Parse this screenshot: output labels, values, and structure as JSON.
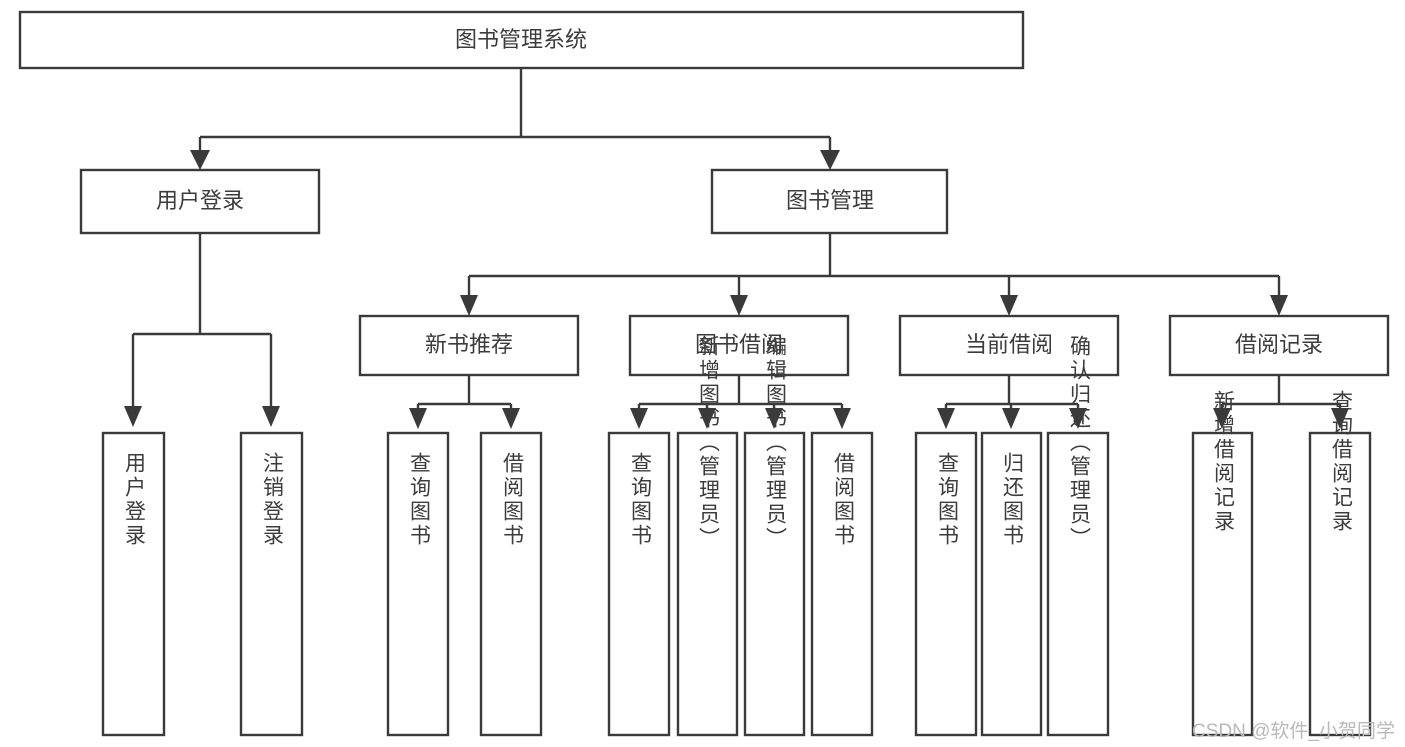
{
  "diagram": {
    "type": "tree-hierarchy",
    "title": "图书管理系统",
    "watermark": "CSDN @软件_小贺同学",
    "colors": {
      "stroke": "#3a3a3a",
      "text": "#3c3c3c",
      "background": "#ffffff",
      "watermark": "#b9b9b9"
    },
    "levels": [
      {
        "level": 0,
        "nodes": [
          {
            "id": "root",
            "label": "图书管理系统",
            "orientation": "horizontal"
          }
        ]
      },
      {
        "level": 1,
        "nodes": [
          {
            "id": "user-login",
            "label": "用户登录",
            "orientation": "horizontal",
            "parent": "root"
          },
          {
            "id": "book-manage",
            "label": "图书管理",
            "orientation": "horizontal",
            "parent": "root"
          }
        ]
      },
      {
        "level": 2,
        "nodes": [
          {
            "id": "new-book-rec",
            "label": "新书推荐",
            "orientation": "horizontal",
            "parent": "book-manage"
          },
          {
            "id": "book-borrow",
            "label": "图书借阅",
            "orientation": "horizontal",
            "parent": "book-manage"
          },
          {
            "id": "current-borrow",
            "label": "当前借阅",
            "orientation": "horizontal",
            "parent": "book-manage"
          },
          {
            "id": "borrow-record",
            "label": "借阅记录",
            "orientation": "horizontal",
            "parent": "book-manage"
          }
        ]
      },
      {
        "level": 3,
        "nodes": [
          {
            "id": "leaf-user-login",
            "label": "用户登录",
            "orientation": "vertical",
            "parent": "user-login"
          },
          {
            "id": "leaf-logout",
            "label": "注销登录",
            "orientation": "vertical",
            "parent": "user-login"
          },
          {
            "id": "leaf-query-book-1",
            "label": "查询图书",
            "orientation": "vertical",
            "parent": "new-book-rec"
          },
          {
            "id": "leaf-borrow-book-1",
            "label": "借阅图书",
            "orientation": "vertical",
            "parent": "new-book-rec"
          },
          {
            "id": "leaf-query-book-2",
            "label": "查询图书",
            "orientation": "vertical",
            "parent": "book-borrow"
          },
          {
            "id": "leaf-add-book",
            "label": "新增图书（管理员）",
            "orientation": "vertical",
            "parent": "book-borrow"
          },
          {
            "id": "leaf-edit-book",
            "label": "编辑图书（管理员）",
            "orientation": "vertical",
            "parent": "book-borrow"
          },
          {
            "id": "leaf-borrow-book-2",
            "label": "借阅图书",
            "orientation": "vertical",
            "parent": "book-borrow"
          },
          {
            "id": "leaf-query-book-3",
            "label": "查询图书",
            "orientation": "vertical",
            "parent": "current-borrow"
          },
          {
            "id": "leaf-return-book",
            "label": "归还图书",
            "orientation": "vertical",
            "parent": "current-borrow"
          },
          {
            "id": "leaf-confirm-return",
            "label": "确认归还（管理员）",
            "orientation": "vertical",
            "parent": "current-borrow"
          },
          {
            "id": "leaf-add-record",
            "label": "新增借阅记录",
            "orientation": "vertical",
            "parent": "borrow-record"
          },
          {
            "id": "leaf-query-record",
            "label": "查询借阅记录",
            "orientation": "vertical",
            "parent": "borrow-record"
          }
        ]
      }
    ]
  }
}
